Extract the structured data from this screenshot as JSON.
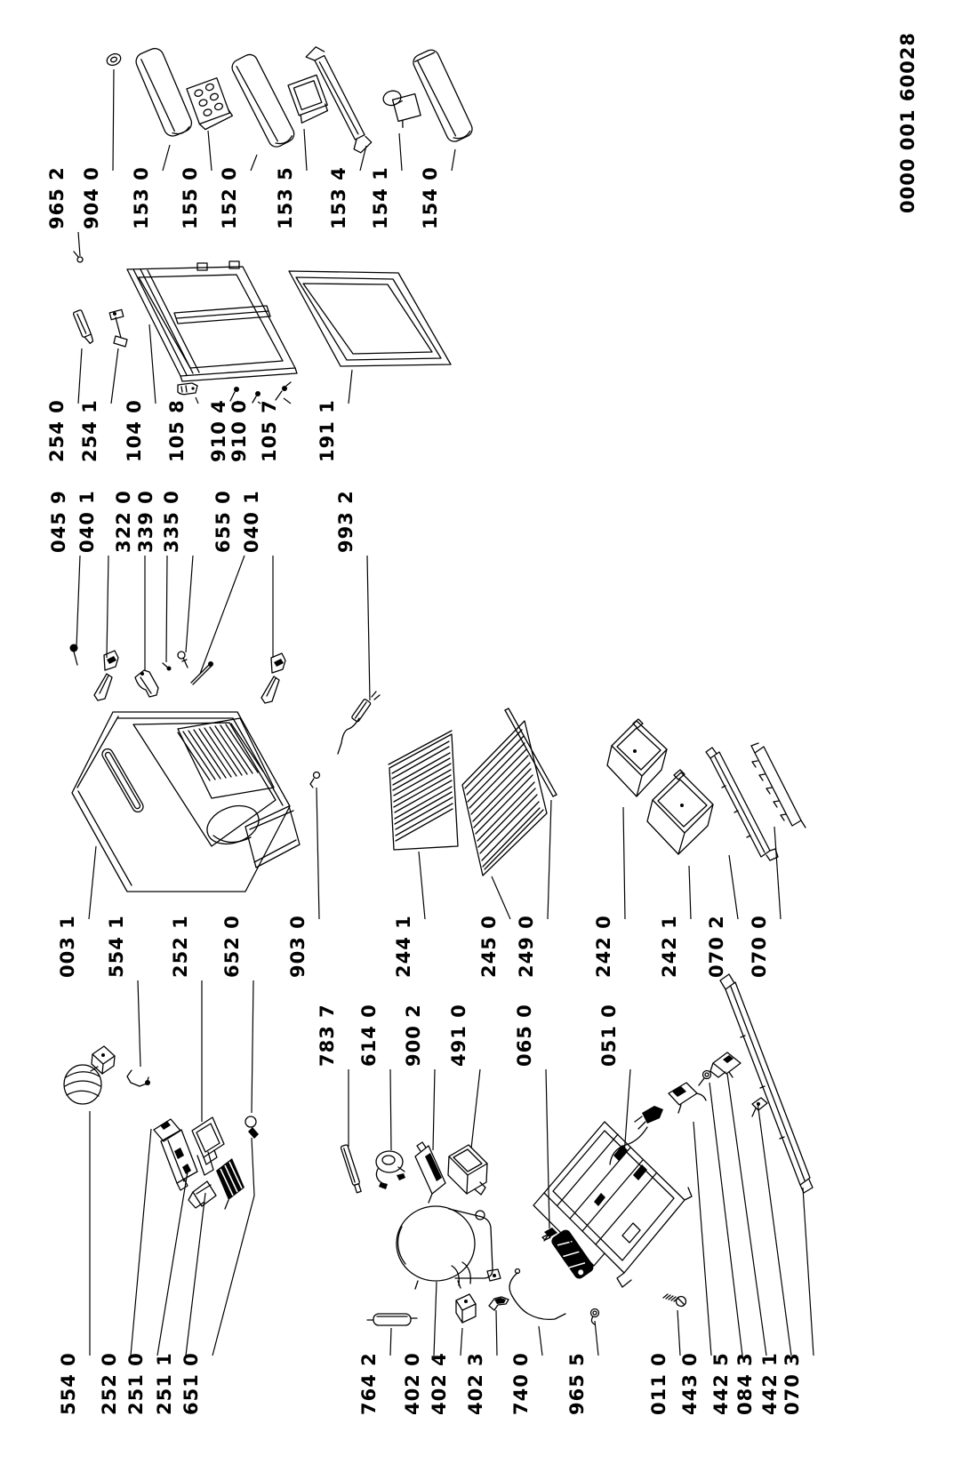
{
  "doc_number": "0000 001 60028",
  "part_labels": [
    {
      "id": "965-2",
      "text": "965 2"
    },
    {
      "id": "904-0",
      "text": "904 0"
    },
    {
      "id": "153-0",
      "text": "153 0"
    },
    {
      "id": "155-0",
      "text": "155 0"
    },
    {
      "id": "152-0",
      "text": "152 0"
    },
    {
      "id": "153-5",
      "text": "153 5"
    },
    {
      "id": "153-4",
      "text": "153 4"
    },
    {
      "id": "154-1",
      "text": "154 1"
    },
    {
      "id": "154-0",
      "text": "154 0"
    },
    {
      "id": "254-0",
      "text": "254 0"
    },
    {
      "id": "254-1",
      "text": "254 1"
    },
    {
      "id": "104-0",
      "text": "104 0"
    },
    {
      "id": "105-8",
      "text": "105 8"
    },
    {
      "id": "910-4",
      "text": "910 4"
    },
    {
      "id": "910-0",
      "text": "910 0"
    },
    {
      "id": "105-7",
      "text": "105 7"
    },
    {
      "id": "191-1",
      "text": "191 1"
    },
    {
      "id": "045-9",
      "text": "045 9"
    },
    {
      "id": "040-1",
      "text": "040 1"
    },
    {
      "id": "322-0",
      "text": "322 0"
    },
    {
      "id": "339-0",
      "text": "339 0"
    },
    {
      "id": "335-0",
      "text": "335 0"
    },
    {
      "id": "655-0",
      "text": "655 0"
    },
    {
      "id": "040-1b",
      "text": "040 1"
    },
    {
      "id": "993-2",
      "text": "993 2"
    },
    {
      "id": "003-1",
      "text": "003 1"
    },
    {
      "id": "554-1",
      "text": "554 1"
    },
    {
      "id": "252-1",
      "text": "252 1"
    },
    {
      "id": "652-0",
      "text": "652 0"
    },
    {
      "id": "903-0",
      "text": "903 0"
    },
    {
      "id": "244-1",
      "text": "244 1"
    },
    {
      "id": "245-0",
      "text": "245 0"
    },
    {
      "id": "249-0",
      "text": "249 0"
    },
    {
      "id": "242-0",
      "text": "242 0"
    },
    {
      "id": "242-1",
      "text": "242 1"
    },
    {
      "id": "070-2",
      "text": "070 2"
    },
    {
      "id": "070-0",
      "text": "070 0"
    },
    {
      "id": "783-7",
      "text": "783 7"
    },
    {
      "id": "614-0",
      "text": "614 0"
    },
    {
      "id": "900-2",
      "text": "900 2"
    },
    {
      "id": "491-0",
      "text": "491 0"
    },
    {
      "id": "065-0",
      "text": "065 0"
    },
    {
      "id": "051-0",
      "text": "051 0"
    },
    {
      "id": "554-0",
      "text": "554 0"
    },
    {
      "id": "252-0",
      "text": "252 0"
    },
    {
      "id": "251-0",
      "text": "251 0"
    },
    {
      "id": "251-1",
      "text": "251 1"
    },
    {
      "id": "651-0",
      "text": "651 0"
    },
    {
      "id": "764-2",
      "text": "764 2"
    },
    {
      "id": "402-0",
      "text": "402 0"
    },
    {
      "id": "402-4",
      "text": "402 4"
    },
    {
      "id": "402-3",
      "text": "402 3"
    },
    {
      "id": "740-0",
      "text": "740 0"
    },
    {
      "id": "965-5",
      "text": "965 5"
    },
    {
      "id": "011-0",
      "text": "011 0"
    },
    {
      "id": "443-0",
      "text": "443 0"
    },
    {
      "id": "442-5",
      "text": "442 5"
    },
    {
      "id": "084-3",
      "text": "084 3"
    },
    {
      "id": "442-1",
      "text": "442 1"
    },
    {
      "id": "070-3",
      "text": "070 3"
    }
  ]
}
